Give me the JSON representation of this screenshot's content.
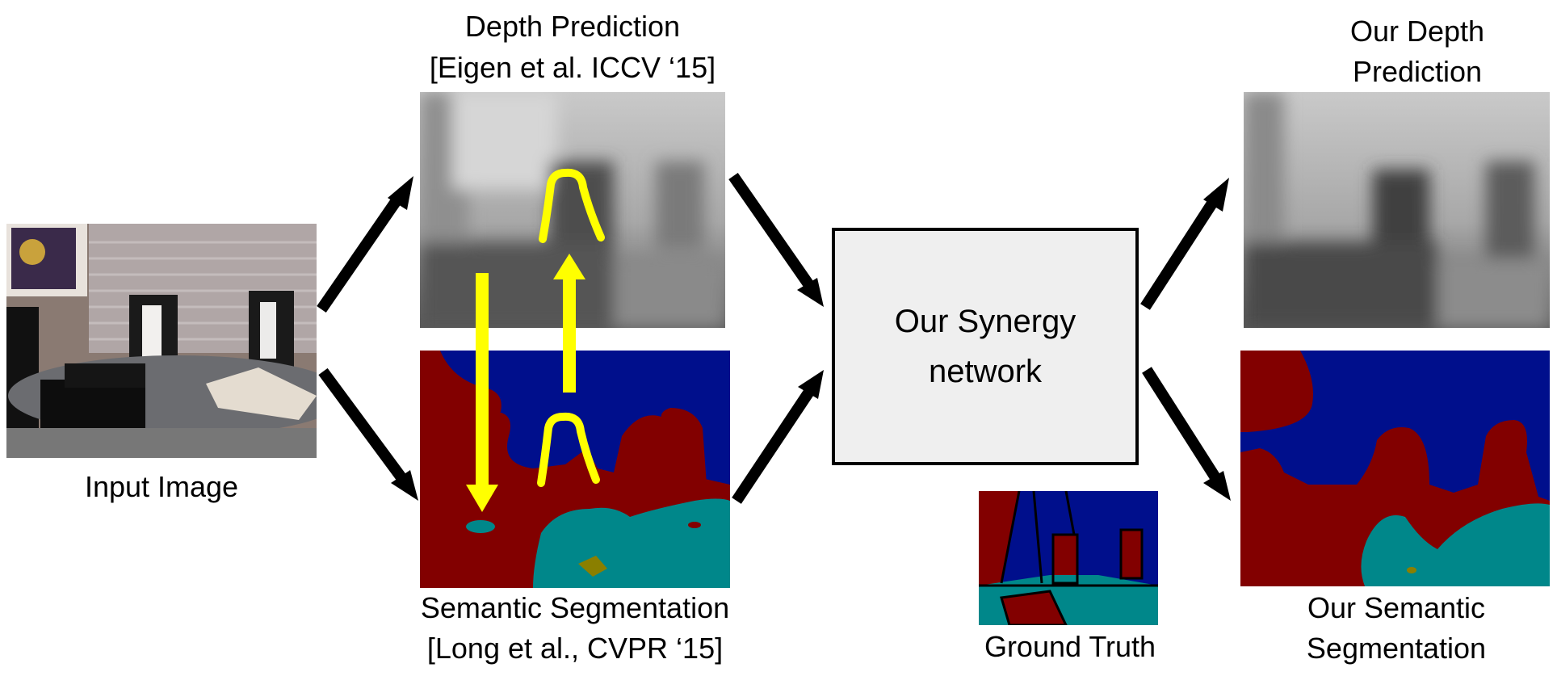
{
  "input": {
    "label": "Input Image"
  },
  "baseline_depth": {
    "title": "Depth Prediction",
    "citation": "[Eigen et al. ICCV ‘15]"
  },
  "baseline_seg": {
    "title": "Semantic Segmentation",
    "citation": "[Long et al., CVPR ‘15]"
  },
  "network": {
    "line1": "Our Synergy",
    "line2": "network"
  },
  "ground_truth": {
    "label": "Ground Truth"
  },
  "our_depth": {
    "line1": "Our Depth",
    "line2": "Prediction"
  },
  "our_seg": {
    "line1": "Our Semantic",
    "line2": "Segmentation"
  },
  "colors": {
    "wall": "#000f8c",
    "furniture": "#820000",
    "table": "#00878a",
    "object": "#8a7f00",
    "highlight": "#ffff00",
    "arrow": "#000000",
    "box": "#efefef"
  }
}
